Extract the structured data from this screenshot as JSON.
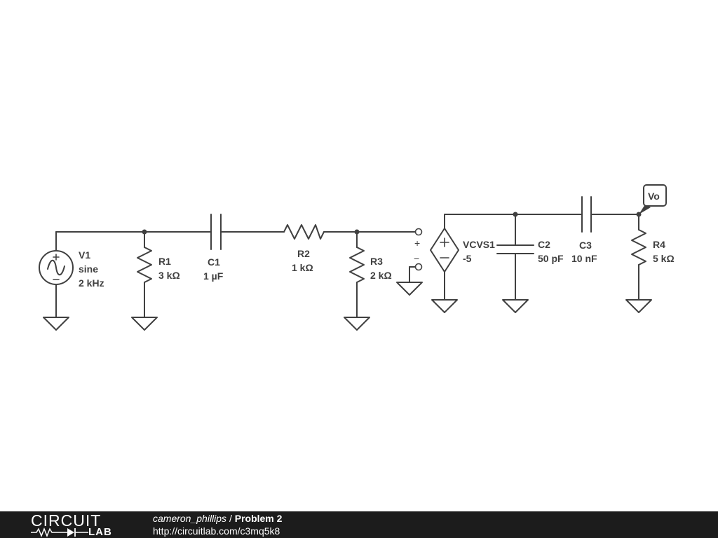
{
  "components": {
    "v1": {
      "name": "V1",
      "type": "sine",
      "freq": "2 kHz"
    },
    "r1": {
      "name": "R1",
      "value": "3 kΩ"
    },
    "c1": {
      "name": "C1",
      "value": "1 µF"
    },
    "r2": {
      "name": "R2",
      "value": "1 kΩ"
    },
    "r3": {
      "name": "R3",
      "value": "2 kΩ"
    },
    "vcvs1": {
      "name": "VCVS1",
      "gain": "-5"
    },
    "c2": {
      "name": "C2",
      "value": "50 pF"
    },
    "c3": {
      "name": "C3",
      "value": "10 nF"
    },
    "r4": {
      "name": "R4",
      "value": "5 kΩ"
    }
  },
  "probe": {
    "label": "Vo"
  },
  "terminals": {
    "plus": "+",
    "minus": "−"
  },
  "footer": {
    "logo_top": "CIRCUIT",
    "logo_bottom": "LAB",
    "author": "cameron_phillips",
    "separator": " / ",
    "project": "Problem 2",
    "url": "http://circuitlab.com/c3mq5k8"
  },
  "colors": {
    "wire": "#404040",
    "footer_bg": "#1c1c1c",
    "footer_text": "#ffffff"
  }
}
